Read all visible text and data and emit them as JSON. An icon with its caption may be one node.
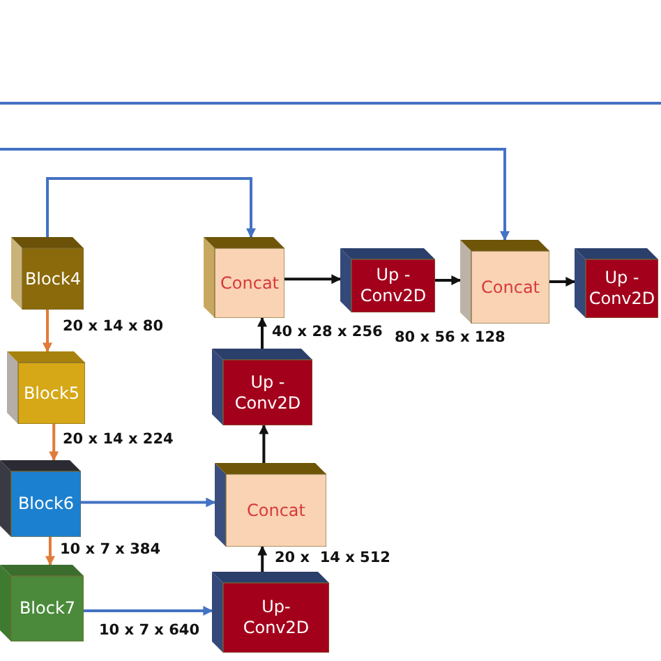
{
  "diagram": {
    "nodes": [
      {
        "text": [
          "Block4"
        ]
      },
      {
        "text": [
          "Concat"
        ]
      },
      {
        "text": [
          "Up - Conv2D"
        ]
      },
      {
        "text": [
          "Concat"
        ]
      },
      {
        "text": [
          "Up - Conv2D"
        ]
      },
      {
        "text": [
          "Block5"
        ]
      },
      {
        "text": [
          "Up - Conv2D"
        ]
      },
      {
        "text": [
          "Block6"
        ]
      },
      {
        "text": [
          "Concat"
        ]
      },
      {
        "text": [
          "Block7"
        ]
      },
      {
        "text": [
          "Up- Conv2D"
        ]
      }
    ],
    "edges": [
      {
        "from": 0,
        "to": 5,
        "arrow": "to",
        "label": "20 x 14 x 80",
        "color": "#e07b39"
      },
      {
        "from": 5,
        "to": 7,
        "arrow": "to",
        "label": "20 x 14 x 224",
        "color": "#e07b39"
      },
      {
        "from": 7,
        "to": 9,
        "arrow": "to",
        "label": "10 x 7 x 384",
        "color": "#e07b39"
      },
      {
        "from": 0,
        "to": 1,
        "arrow": "to",
        "color": "#4472c4"
      },
      {
        "from": null,
        "to": 3,
        "arrow": "to",
        "color": "#4472c4"
      },
      {
        "from": 7,
        "to": 8,
        "arrow": "to",
        "color": "#4472c4"
      },
      {
        "from": 9,
        "to": 10,
        "arrow": "to",
        "label": "10 x 7 x 640",
        "color": "#4472c4"
      },
      {
        "from": 10,
        "to": 8,
        "arrow": "to",
        "label": "20 x  14 x 512"
      },
      {
        "from": 8,
        "to": 6,
        "arrow": "to"
      },
      {
        "from": 6,
        "to": 1,
        "arrow": "to",
        "label": "40 x 28 x 256"
      },
      {
        "from": 1,
        "to": 2,
        "arrow": "to"
      },
      {
        "from": 2,
        "to": 3,
        "arrow": "to",
        "label": "80 x 56 x 128"
      },
      {
        "from": 3,
        "to": 4,
        "arrow": "to"
      }
    ]
  }
}
